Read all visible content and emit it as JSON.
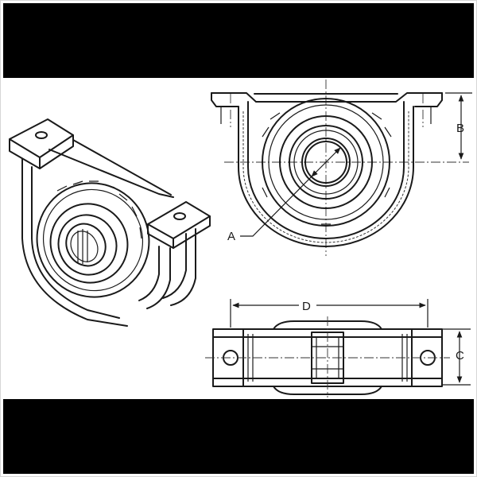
{
  "labels": {
    "a": "A",
    "b": "B",
    "c": "C",
    "d": "D"
  },
  "colors": {
    "background": "#ffffff",
    "bands": "#000000",
    "ink": "#1a1a1a"
  }
}
